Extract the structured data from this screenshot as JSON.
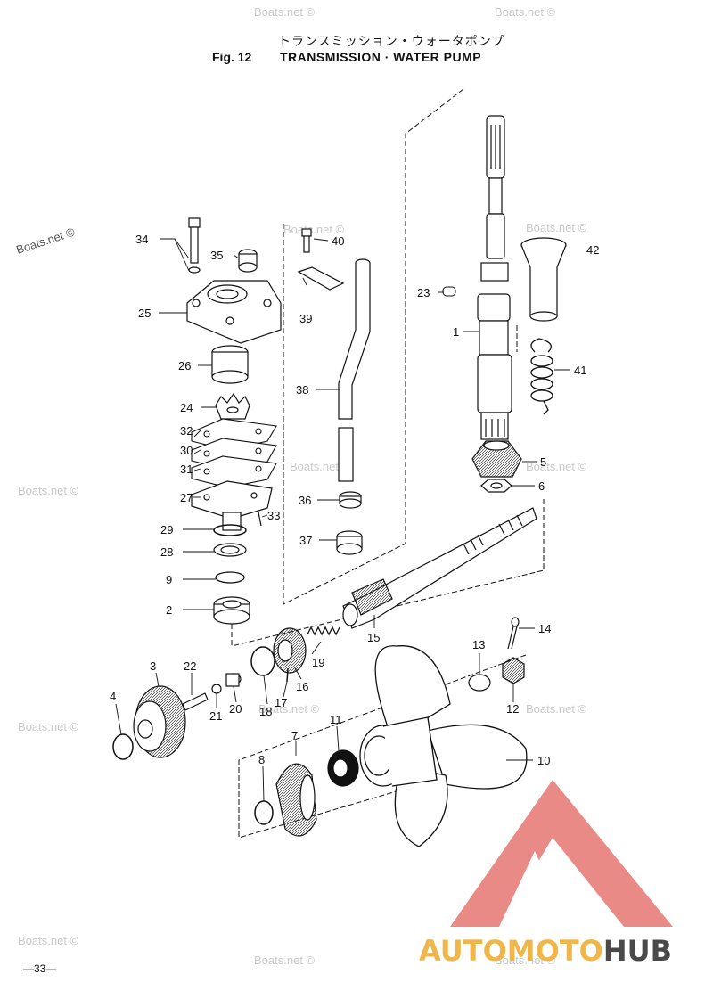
{
  "header": {
    "jp_title": "トランスミッション・ウォータポンプ",
    "fig_no": "Fig. 12",
    "en_title": "TRANSMISSION · WATER PUMP"
  },
  "page_number": "—33—",
  "watermark": "Boats.net ©",
  "logo": {
    "part_a": "AUTOMOTO",
    "part_b": "HUB",
    "color_a": "#f0b64a",
    "color_b": "#4a4a4a",
    "mark_color": "#e98a86"
  },
  "callouts": [
    "34",
    "35",
    "40",
    "42",
    "23",
    "25",
    "39",
    "1",
    "41",
    "26",
    "38",
    "24",
    "32",
    "30",
    "31",
    "5",
    "27",
    "36",
    "6",
    "33",
    "29",
    "37",
    "28",
    "9",
    "2",
    "15",
    "14",
    "19",
    "13",
    "3",
    "22",
    "16",
    "21",
    "20",
    "18",
    "17",
    "12",
    "4",
    "11",
    "7",
    "10",
    "8"
  ]
}
